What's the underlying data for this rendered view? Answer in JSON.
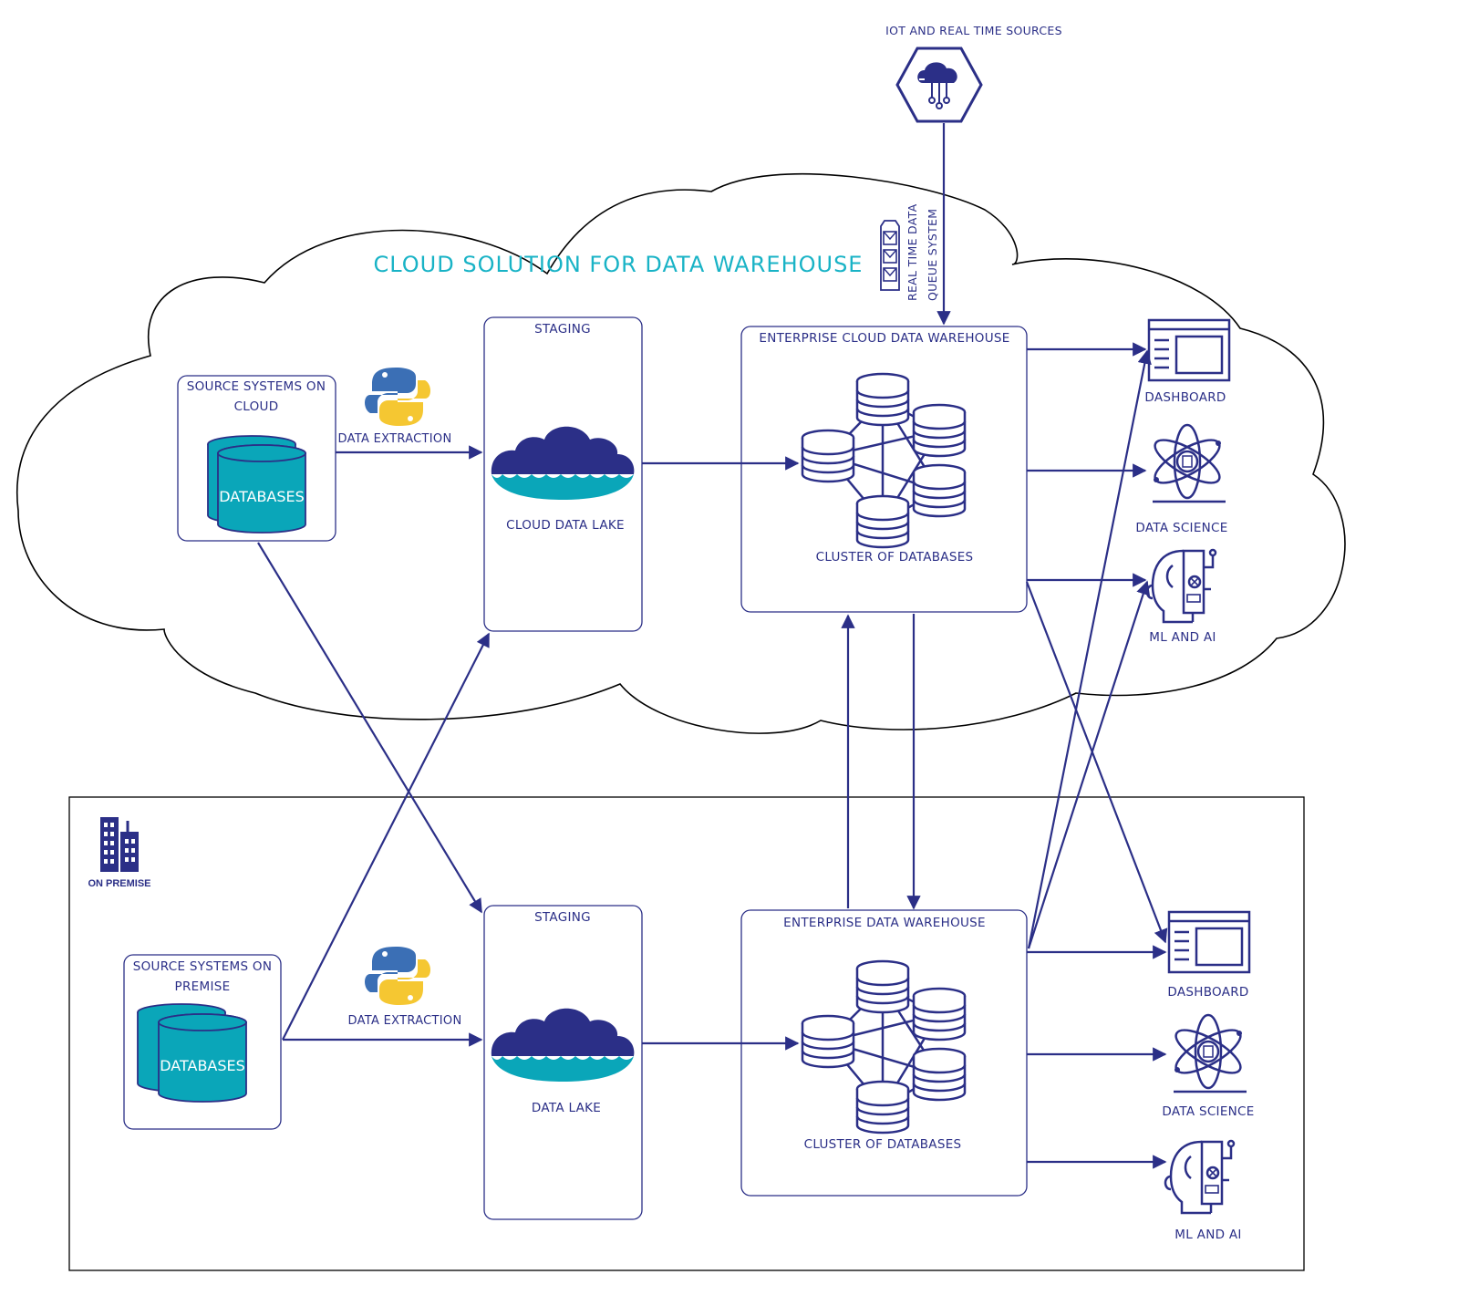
{
  "title": "CLOUD SOLUTION FOR DATA WAREHOUSE",
  "colors": {
    "primary": "#2b2f87",
    "accent": "#19b3c6",
    "cylinder": "#0aa6b9"
  },
  "iot": {
    "label": "IOT AND REAL TIME SOURCES"
  },
  "queue": {
    "line1": "REAL TIME DATA",
    "line2": "QUEUE SYSTEM"
  },
  "cloud_zone": {
    "source": {
      "line1": "SOURCE SYSTEMS ON",
      "line2": "CLOUD",
      "db_label": "DATABASES"
    },
    "extraction": "DATA EXTRACTION",
    "staging": {
      "title": "STAGING",
      "lake": "CLOUD DATA LAKE"
    },
    "warehouse": {
      "title": "ENTERPRISE CLOUD DATA WAREHOUSE",
      "cluster": "CLUSTER OF DATABASES"
    },
    "outputs": [
      "DASHBOARD",
      "DATA SCIENCE",
      "ML AND AI"
    ]
  },
  "premise_zone": {
    "label": "ON PREMISE",
    "source": {
      "line1": "SOURCE SYSTEMS ON",
      "line2": "PREMISE",
      "db_label": "DATABASES"
    },
    "extraction": "DATA EXTRACTION",
    "staging": {
      "title": "STAGING",
      "lake": "DATA LAKE"
    },
    "warehouse": {
      "title": "ENTERPRISE DATA WAREHOUSE",
      "cluster": "CLUSTER OF DATABASES"
    },
    "outputs": [
      "DASHBOARD",
      "DATA SCIENCE",
      "ML AND AI"
    ]
  }
}
